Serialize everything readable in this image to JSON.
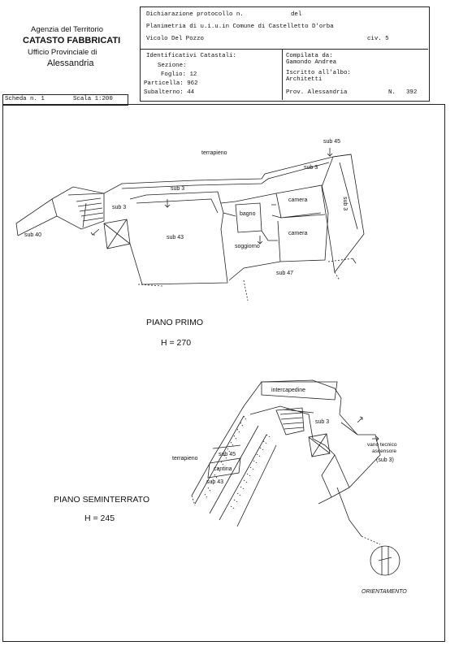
{
  "agency": {
    "line1": "Agenzia del Territorio",
    "line2": "CATASTO FABBRICATI",
    "line3": "Ufficio Provinciale di",
    "line4": "Alessandria"
  },
  "header": {
    "dichiarazione_label": "Dichiarazione protocollo n.",
    "del_label": "del",
    "planimetria": "Planimetria di u.i.u.in Comune di Castelletto D'orba",
    "address": "Vicolo Del Pozzo",
    "civ": "civ. 5"
  },
  "identificativi": {
    "title": "Identificativi Catastali:",
    "sezione": "Sezione:",
    "foglio": "Foglio: 12",
    "particella": "Particella: 962",
    "subalterno": "Subalterno: 44"
  },
  "compilata": {
    "title": "Compilata da:",
    "name": "Gamondo Andrea",
    "iscritto": "Iscritto all'albo:",
    "albo": "Architetti",
    "prov": "Prov. Alessandria",
    "n_label": "N.",
    "n_value": "392"
  },
  "scheda": {
    "scheda": "Scheda n. 1",
    "scala": "Scala 1:200"
  },
  "piano_primo": {
    "title": "PIANO PRIMO",
    "height": "H = 270",
    "labels": {
      "terrapieno": "terrapieno",
      "sub45": "sub 45",
      "sub3_top": "sub 3",
      "sub3_left": "sub 3",
      "sub3_mid": "sub 3",
      "sub3_right": "sub 3",
      "sub40": "sub 40",
      "sub43": "sub 43",
      "sub47": "sub 47",
      "camera1": "camera",
      "camera2": "camera",
      "bagno": "bagno",
      "soggiorno": "soggiorno"
    }
  },
  "piano_seminterrato": {
    "title": "PIANO SEMINTERRATO",
    "height": "H = 245",
    "labels": {
      "intercapedine": "intercapedine",
      "sub3": "sub 3",
      "vano1": "vano tecnico",
      "vano2": "ascensore",
      "vano3": "(sub 3)",
      "terrapieno": "terrapieno",
      "sub45": "sub 45",
      "cantina": "cantina",
      "sub43": "sub 43"
    }
  },
  "orientamento": "ORIENTAMENTO"
}
